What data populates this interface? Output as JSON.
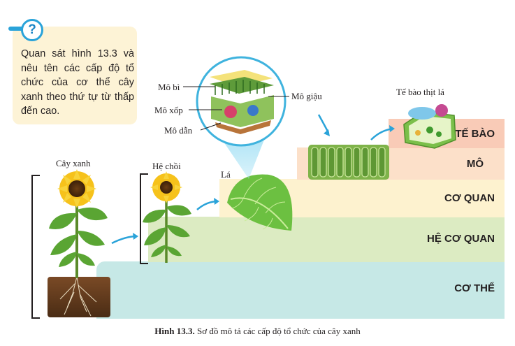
{
  "question": {
    "icon": "question-magnifier-icon",
    "text": "Quan sát hình 13.3 và nêu tên các cấp độ tổ chức của cơ thể cây xanh theo thứ tự từ thấp đến cao."
  },
  "levels": {
    "te_bao": "TẾ BÀO",
    "mo": "MÔ",
    "co_quan": "CƠ QUAN",
    "he_co_quan": "HỆ CƠ QUAN",
    "co_the": "CƠ THỂ"
  },
  "labels": {
    "cay_xanh": "Cây xanh",
    "he_choi": "Hệ chồi",
    "la": "Lá",
    "mo_bi": "Mô bì",
    "mo_xop": "Mô xốp",
    "mo_dan": "Mô dẫn",
    "mo_giau": "Mô giậu",
    "te_bao_thit_la": "Tế bào thịt lá"
  },
  "caption": {
    "prefix": "Hình 13.3.",
    "text": " Sơ đồ mô tả các cấp độ tổ chức của cây xanh"
  },
  "colors": {
    "te_bao": "#f9cbb7",
    "mo": "#fce0c9",
    "co_quan": "#fdf2cf",
    "he_co_quan": "#dcebc2",
    "co_the": "#c6e8e6",
    "arrow": "#2aa3d9",
    "question_box": "#fdf3d6"
  }
}
